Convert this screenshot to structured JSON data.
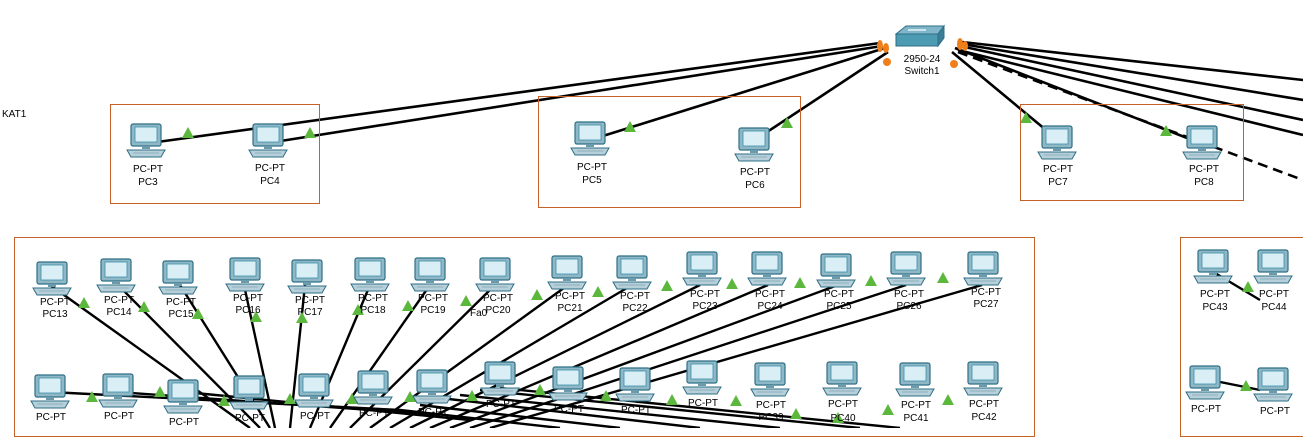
{
  "area_label": "KAT1",
  "switch": {
    "model": "2950-24",
    "name": "Switch1"
  },
  "port_label": "Fa0",
  "pc_type": "PC-PT",
  "colors": {
    "cable": "#000000",
    "link_up": "#5cb83c",
    "link_port": "#f07f1a",
    "area_border": "#c8602a",
    "device": "#3b8fa8"
  },
  "pcs_top": [
    "PC3",
    "PC4",
    "PC5",
    "PC6",
    "PC7",
    "PC8"
  ],
  "pcs_row1": [
    "PC13",
    "PC14",
    "PC15",
    "PC16",
    "PC17",
    "PC18",
    "PC19",
    "PC20",
    "PC21",
    "PC22",
    "PC23",
    "PC24",
    "PC25",
    "PC26",
    "PC27"
  ],
  "pcs_row2_visible": [
    "PC39",
    "PC40",
    "PC41",
    "PC42"
  ],
  "pcs_right": [
    "PC43",
    "PC44"
  ]
}
